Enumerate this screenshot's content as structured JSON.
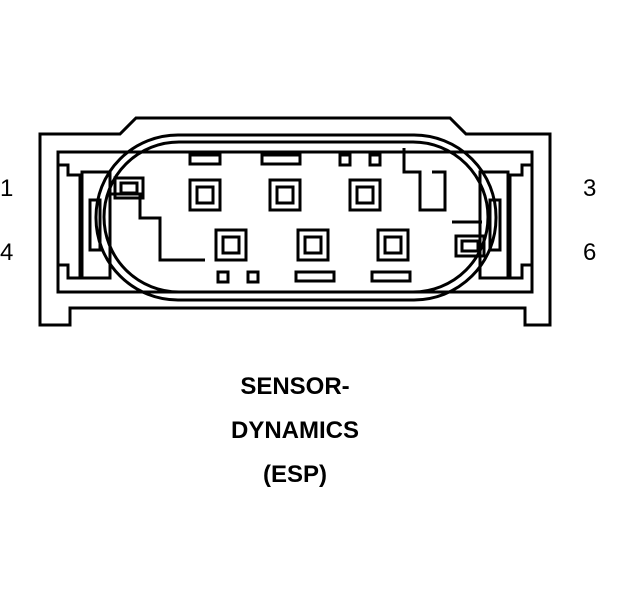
{
  "pins": {
    "top_left": "1",
    "bottom_left": "4",
    "top_right": "3",
    "bottom_right": "6"
  },
  "caption": {
    "line1": "SENSOR-",
    "line2": "DYNAMICS",
    "line3": "(ESP)"
  },
  "colors": {
    "stroke": "#000000",
    "background": "#ffffff"
  }
}
